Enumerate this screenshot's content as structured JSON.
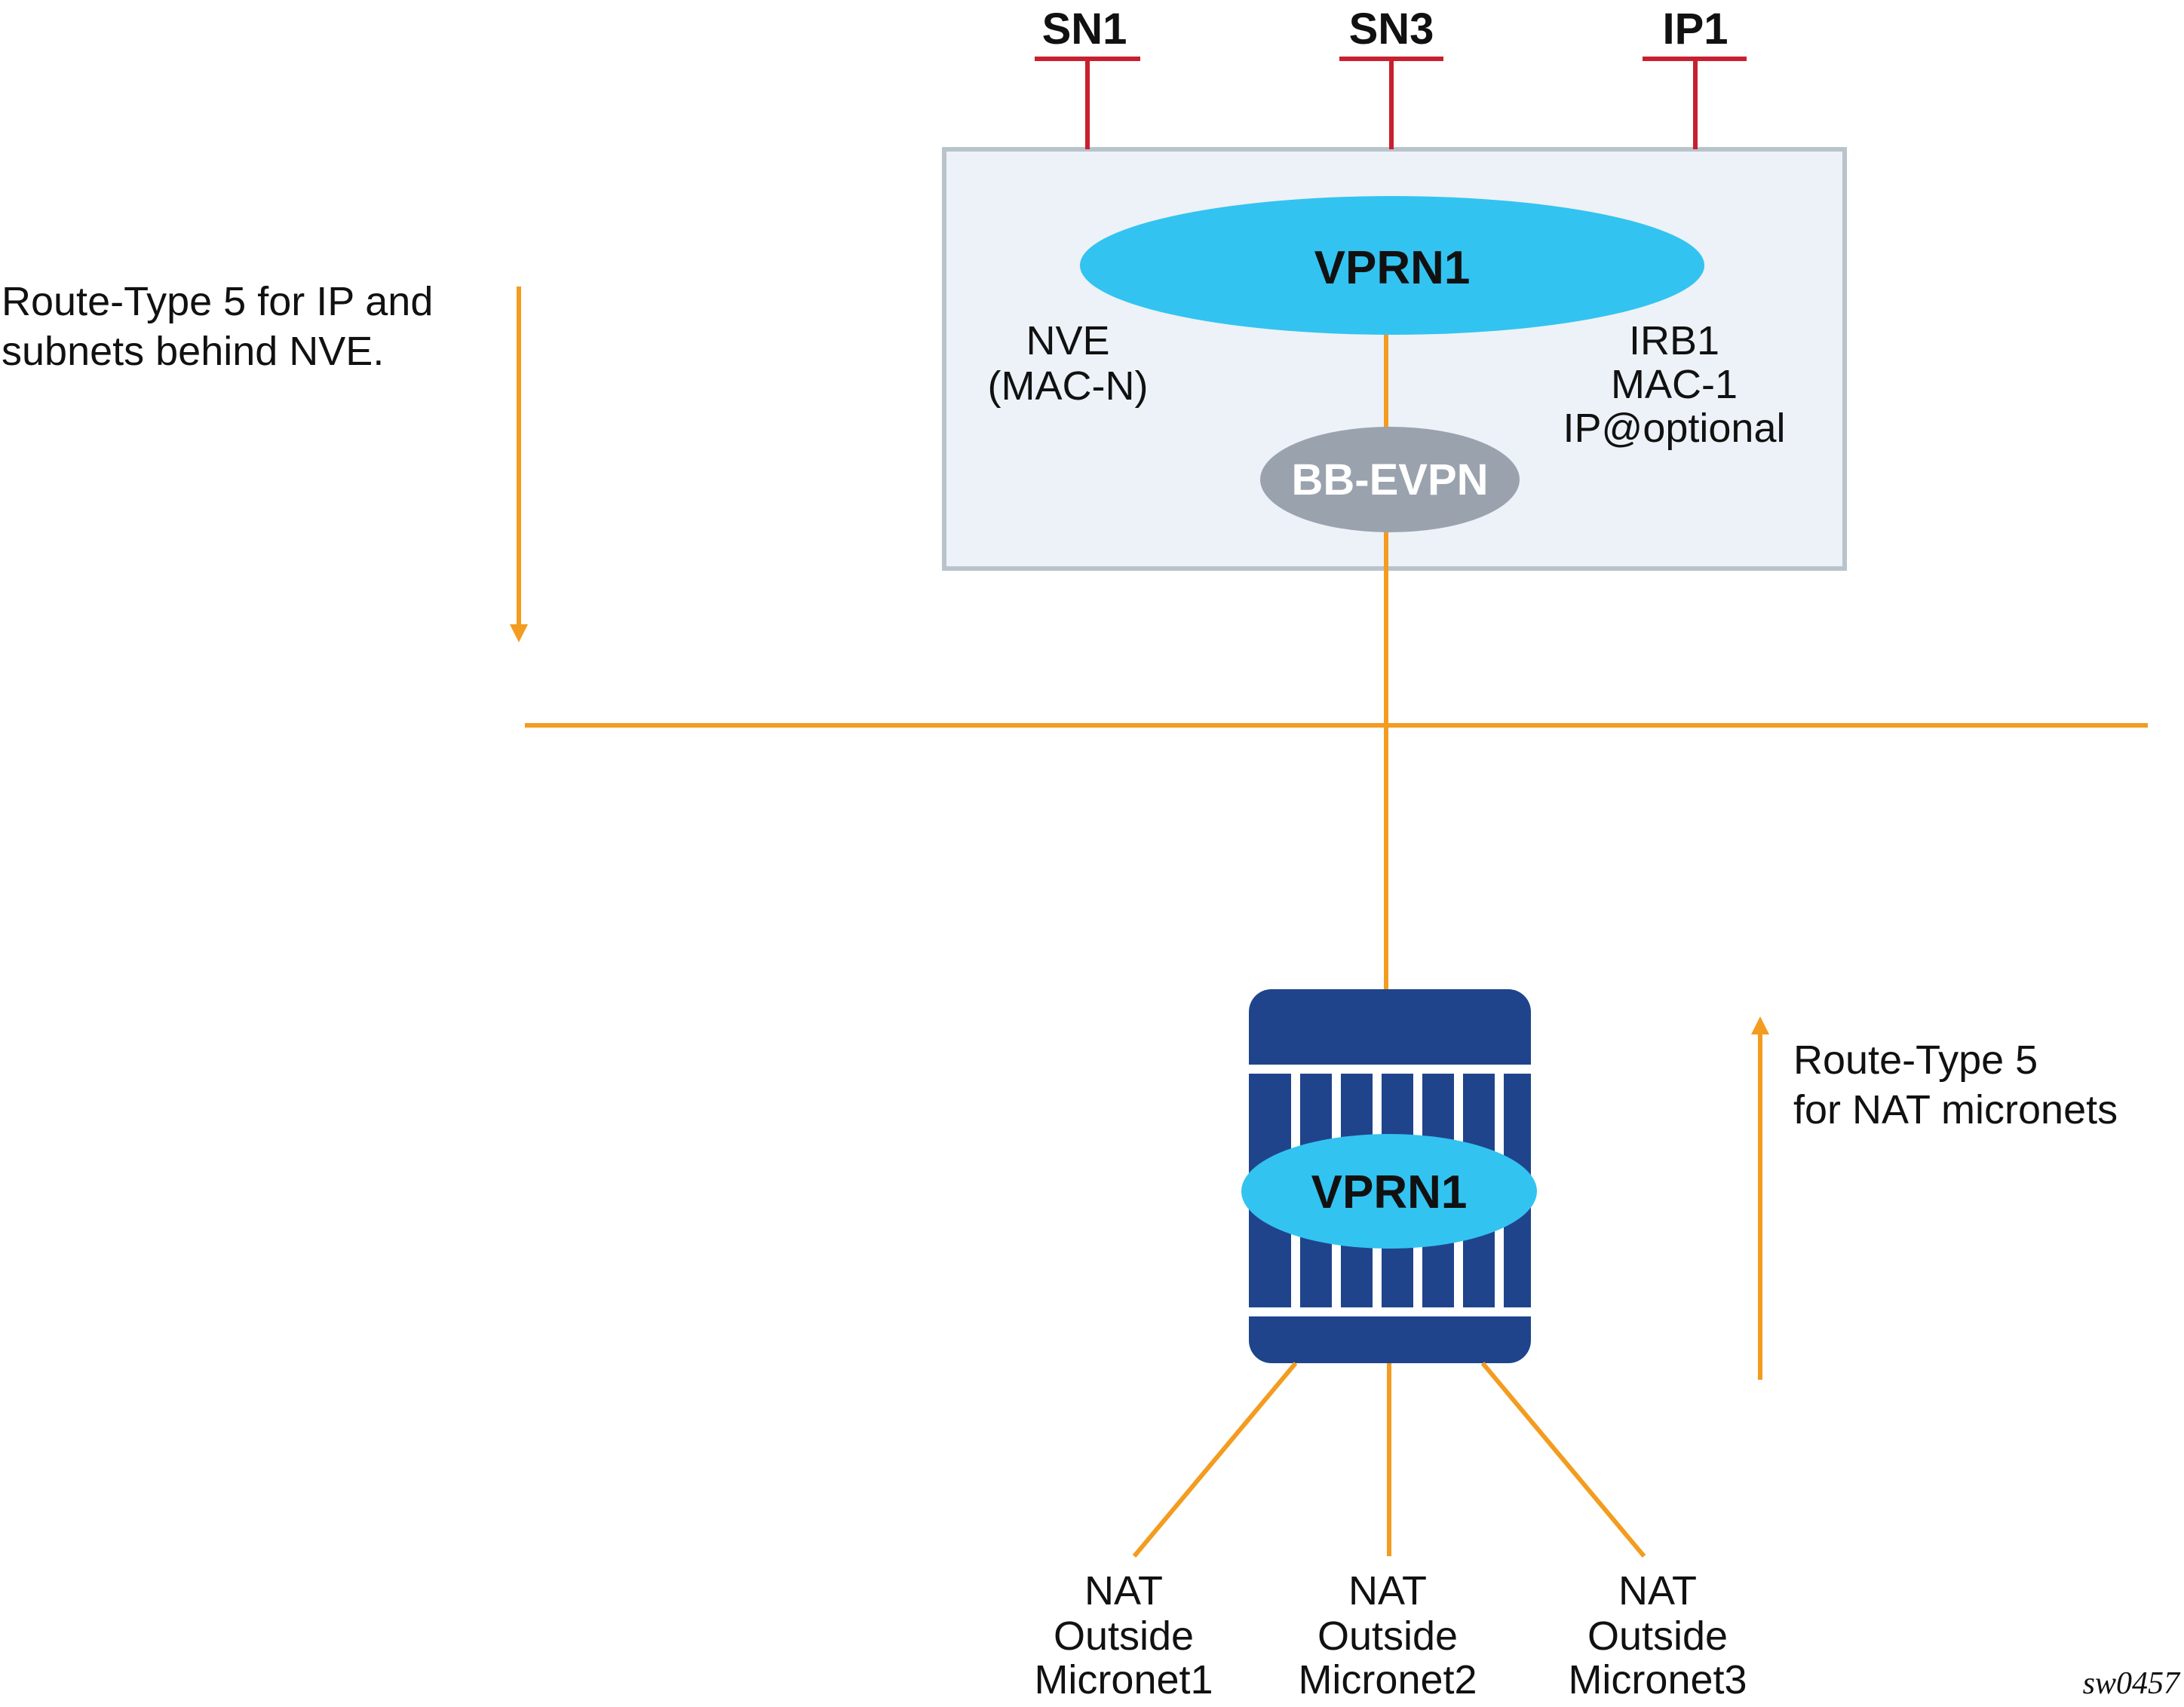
{
  "ports": {
    "sn1": "SN1",
    "sn3": "SN3",
    "ip1": "IP1"
  },
  "upper_node": {
    "vprn_label": "VPRN1",
    "nve_line1": "NVE",
    "nve_line2": "(MAC-N)",
    "irb_line1": "IRB1",
    "irb_line2": "MAC-1",
    "irb_line3": "IP@optional",
    "bb_evpn_label": "BB-EVPN"
  },
  "lower_node": {
    "vprn_label": "VPRN1"
  },
  "annotations": {
    "downstream_line1": "Route-Type 5 for IP and",
    "downstream_line2": "subnets behind NVE.",
    "upstream_line1": "Route-Type 5",
    "upstream_line2": "for NAT micronets"
  },
  "micronets": [
    {
      "line1": "NAT",
      "line2": "Outside",
      "line3": "Micronet1"
    },
    {
      "line1": "NAT",
      "line2": "Outside",
      "line3": "Micronet2"
    },
    {
      "line1": "NAT",
      "line2": "Outside",
      "line3": "Micronet3"
    }
  ],
  "figure_id": "sw0457",
  "colors": {
    "orange": "#f39c1f",
    "red": "#c8202f",
    "cyan": "#33c3f0",
    "gray": "#9aa2ae",
    "navy": "#1f448c",
    "box_fill": "#ecf2f7",
    "box_stroke": "#b9c3cc"
  }
}
